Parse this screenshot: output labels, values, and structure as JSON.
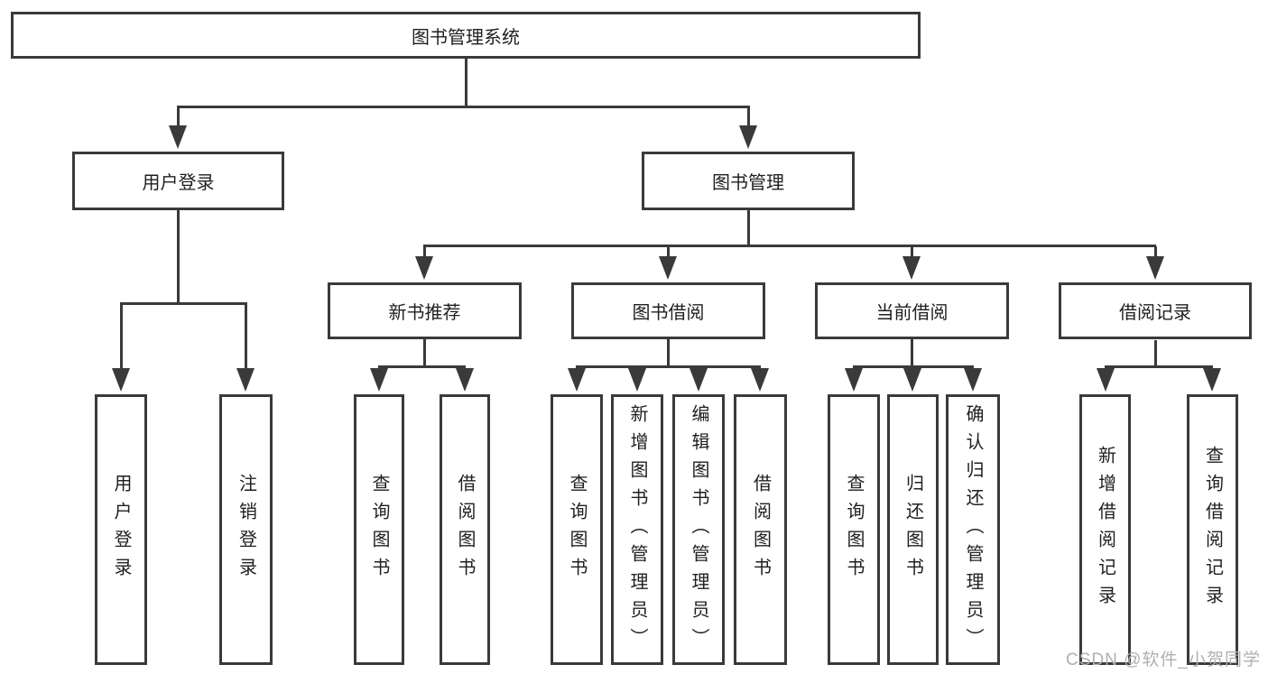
{
  "diagram": {
    "title": "图书管理系统",
    "nodes": {
      "root": "图书管理系统",
      "user_login": "用户登录",
      "book_management": "图书管理",
      "modules": [
        "新书推荐",
        "图书借阅",
        "当前借阅",
        "借阅记录"
      ],
      "user_login_children": [
        "用户登录",
        "注销登录"
      ],
      "new_book_children": [
        "查询图书",
        "借阅图书"
      ],
      "book_borrow_children": [
        "查询图书",
        "新增图书（管理员）",
        "编辑图书（管理员）",
        "借阅图书"
      ],
      "current_borrow_children": [
        "查询图书",
        "归还图书",
        "确认归还（管理员）"
      ],
      "borrow_record_children": [
        "新增借阅记录",
        "查询借阅记录"
      ]
    }
  },
  "watermark": "CSDN @软件_小贺同学",
  "colors": {
    "line": "#3a3a3a",
    "text": "#1f1f1f",
    "watermark": "#b0b0b0",
    "background": "#ffffff"
  }
}
